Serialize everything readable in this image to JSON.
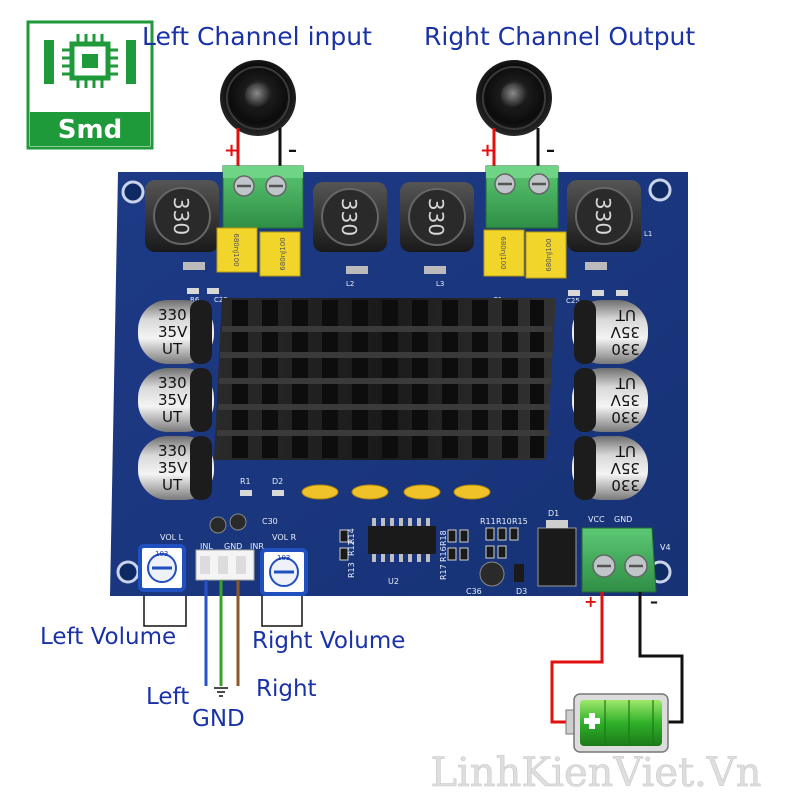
{
  "logo": {
    "text": "Smd"
  },
  "labels": {
    "left_channel_input": "Left Channel input",
    "right_channel_output": "Right Channel Output",
    "left_volume": "Left Volume",
    "right_volume": "Right Volume",
    "left": "Left",
    "gnd": "GND",
    "right": "Right"
  },
  "polarity": {
    "plus": "+",
    "minus": "–"
  },
  "board": {
    "inductor_marking": "330",
    "cap_value": "330",
    "cap_voltage": "35V",
    "cap_series": "UT",
    "film_cap_marking": "680nJ100",
    "pot_marking": "103",
    "silk": {
      "vol_l": "VOL L",
      "vol_r": "VOL R",
      "inl": "INL",
      "gnd": "GND",
      "inr": "INR",
      "vcc": "VCC",
      "gnd2": "GND",
      "v4": "V4",
      "r1": "R1",
      "d2": "D2",
      "d1": "D1",
      "d3": "D3",
      "c30": "C30",
      "c36": "C36",
      "r11": "R11",
      "r10": "R10",
      "r15": "R15",
      "r17": "R17",
      "r16": "R16",
      "r18": "R18",
      "r13": "R13",
      "r12": "R12",
      "r14": "R14",
      "u2": "U2",
      "l1": "L1",
      "l2": "L2",
      "l3": "L3",
      "c1": "C1",
      "c25": "C25",
      "c22": "C22",
      "r6": "R6"
    }
  },
  "watermark": "LinhKienViet.Vn",
  "colors": {
    "pcb": "#1e3f8c",
    "label_blue": "#1a32a8",
    "terminal_green": "#3fae5a",
    "film_yellow": "#f2d52b",
    "wire_red": "#e01010",
    "wire_black": "#111111",
    "logo_green": "#1f9a3a"
  },
  "icons": [
    "speaker-icon",
    "battery-icon",
    "ground-symbol-icon",
    "chip-logo-icon"
  ]
}
